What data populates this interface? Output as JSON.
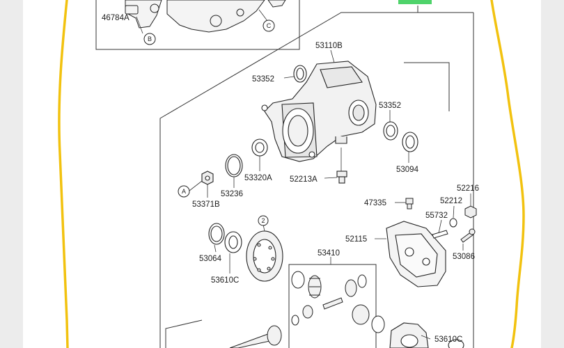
{
  "diagram": {
    "page_color": "#ececec",
    "paper_color": "#ffffff",
    "highlight_color": "#f2c20f",
    "tab_color": "#4fd36b",
    "labels": {
      "p46784A": "46784A",
      "p53110B": "53110B",
      "p53352a": "53352",
      "p53352b": "53352",
      "p53094": "53094",
      "p52213A": "52213A",
      "p53320A": "53320A",
      "p53236": "53236",
      "p53371B": "53371B",
      "p47335": "47335",
      "p52216": "52216",
      "p52212": "52212",
      "p55732": "55732",
      "p52115": "52115",
      "p53086": "53086",
      "p53064": "53064",
      "p53610Ca": "53610C",
      "p53410": "53410",
      "p53610Cb": "53610C"
    },
    "ref_markers": {
      "A": "A",
      "B": "B",
      "C": "C",
      "two": "2"
    }
  }
}
